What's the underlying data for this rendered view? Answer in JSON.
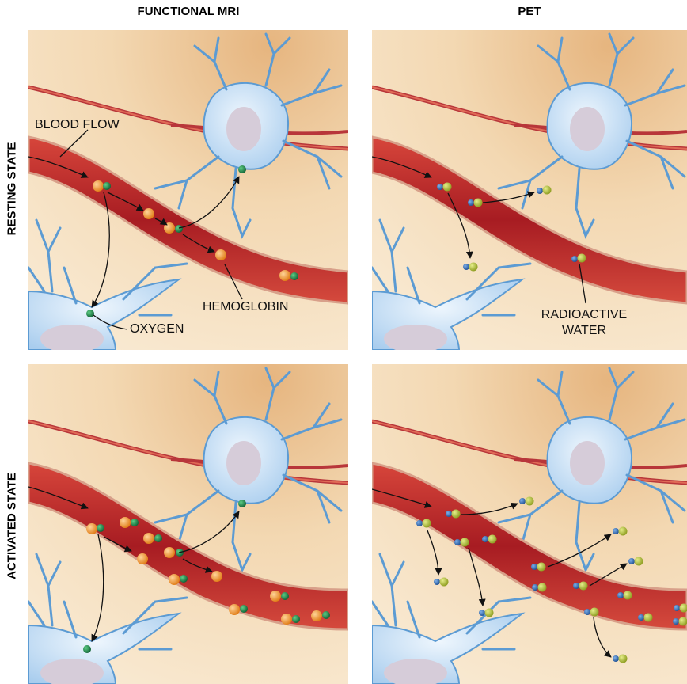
{
  "columns": {
    "left": "FUNCTIONAL MRI",
    "right": "PET"
  },
  "rows": {
    "top": "RESTING STATE",
    "bottom": "ACTIVATED STATE"
  },
  "labels": {
    "blood_flow": "BLOOD FLOW",
    "hemoglobin": "HEMOGLOBIN",
    "oxygen": "OXYGEN",
    "radioactive_water_1": "RADIOACTIVE",
    "radioactive_water_2": "WATER"
  },
  "colors": {
    "tissue": "#f3d9b4",
    "tissue_dark": "#e2b27a",
    "vessel": "#b8262a",
    "vessel_light": "#e0563f",
    "neuron": "#cfe4f5",
    "neuron_edge": "#6fa8dc",
    "hemoglobin": "#f39a2a",
    "oxygen": "#1e8a4c",
    "water_blue": "#2f6fb7",
    "water_yellow": "#b9c43a"
  }
}
